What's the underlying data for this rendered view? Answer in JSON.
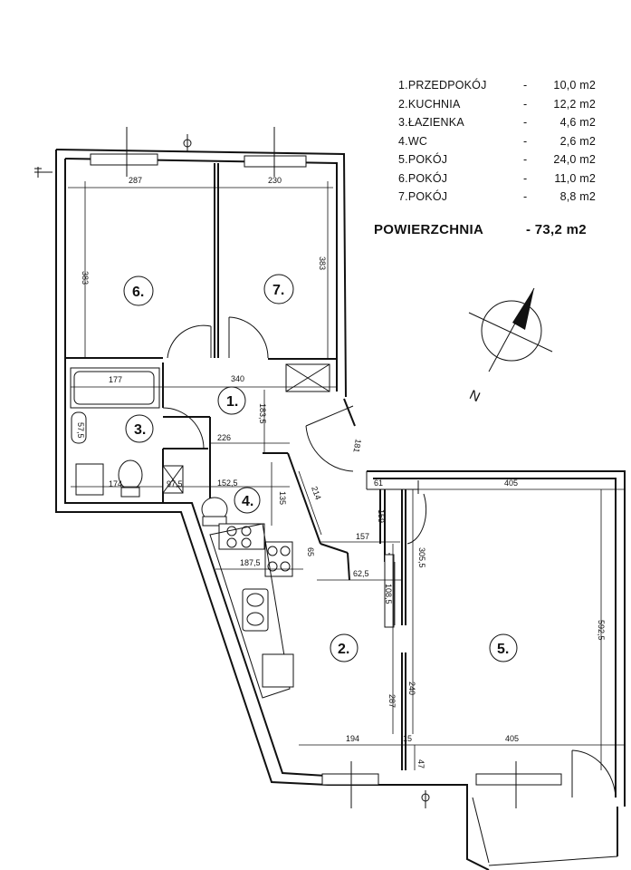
{
  "legend": {
    "rows": [
      {
        "name": "1.PRZEDPOKÓJ",
        "dash": "-",
        "value": "10,0  m2"
      },
      {
        "name": "2.KUCHNIA",
        "dash": "-",
        "value": "12,2  m2"
      },
      {
        "name": "3.ŁAZIENKA",
        "dash": "-",
        "value": "4,6  m2"
      },
      {
        "name": "4.WC",
        "dash": "-",
        "value": "2,6  m2"
      },
      {
        "name": "5.POKÓJ",
        "dash": "-",
        "value": "24,0  m2"
      },
      {
        "name": "6.POKÓJ",
        "dash": "-",
        "value": "11,0  m2"
      },
      {
        "name": "7.POKÓJ",
        "dash": "-",
        "value": "8,8  m2"
      }
    ]
  },
  "total": {
    "label": "POWIERZCHNIA",
    "value": "- 73,2 m2"
  },
  "rooms": {
    "r1": "1.",
    "r2": "2.",
    "r3": "3.",
    "r4": "4.",
    "r5": "5.",
    "r6": "6.",
    "r7": "7."
  },
  "compass": {
    "north_label": "N"
  },
  "dimensions": {
    "d287_top": "287",
    "d230": "230",
    "d383_left": "383",
    "d383_mid": "383",
    "d177": "177",
    "d340": "340",
    "d183_5": "183,5",
    "d226": "226",
    "d57_5": "57,5",
    "d174": "174",
    "d97_5": "97,5",
    "d152_5": "152,5",
    "d135": "135",
    "d214": "214",
    "d61": "61",
    "d405_top": "405",
    "d159": "159",
    "d157": "157",
    "d305_5": "305,5",
    "d187_5": "187,5",
    "d65": "65",
    "d62_5": "62,5",
    "d108_5": "108,5",
    "d592_5": "592,5",
    "d287_bottom": "287",
    "d240": "240",
    "d194": "194",
    "d15": "15",
    "d405_bottom": "405",
    "d47": "47",
    "d181": "181"
  },
  "colors": {
    "ink": "#111111",
    "paper": "#ffffff"
  }
}
